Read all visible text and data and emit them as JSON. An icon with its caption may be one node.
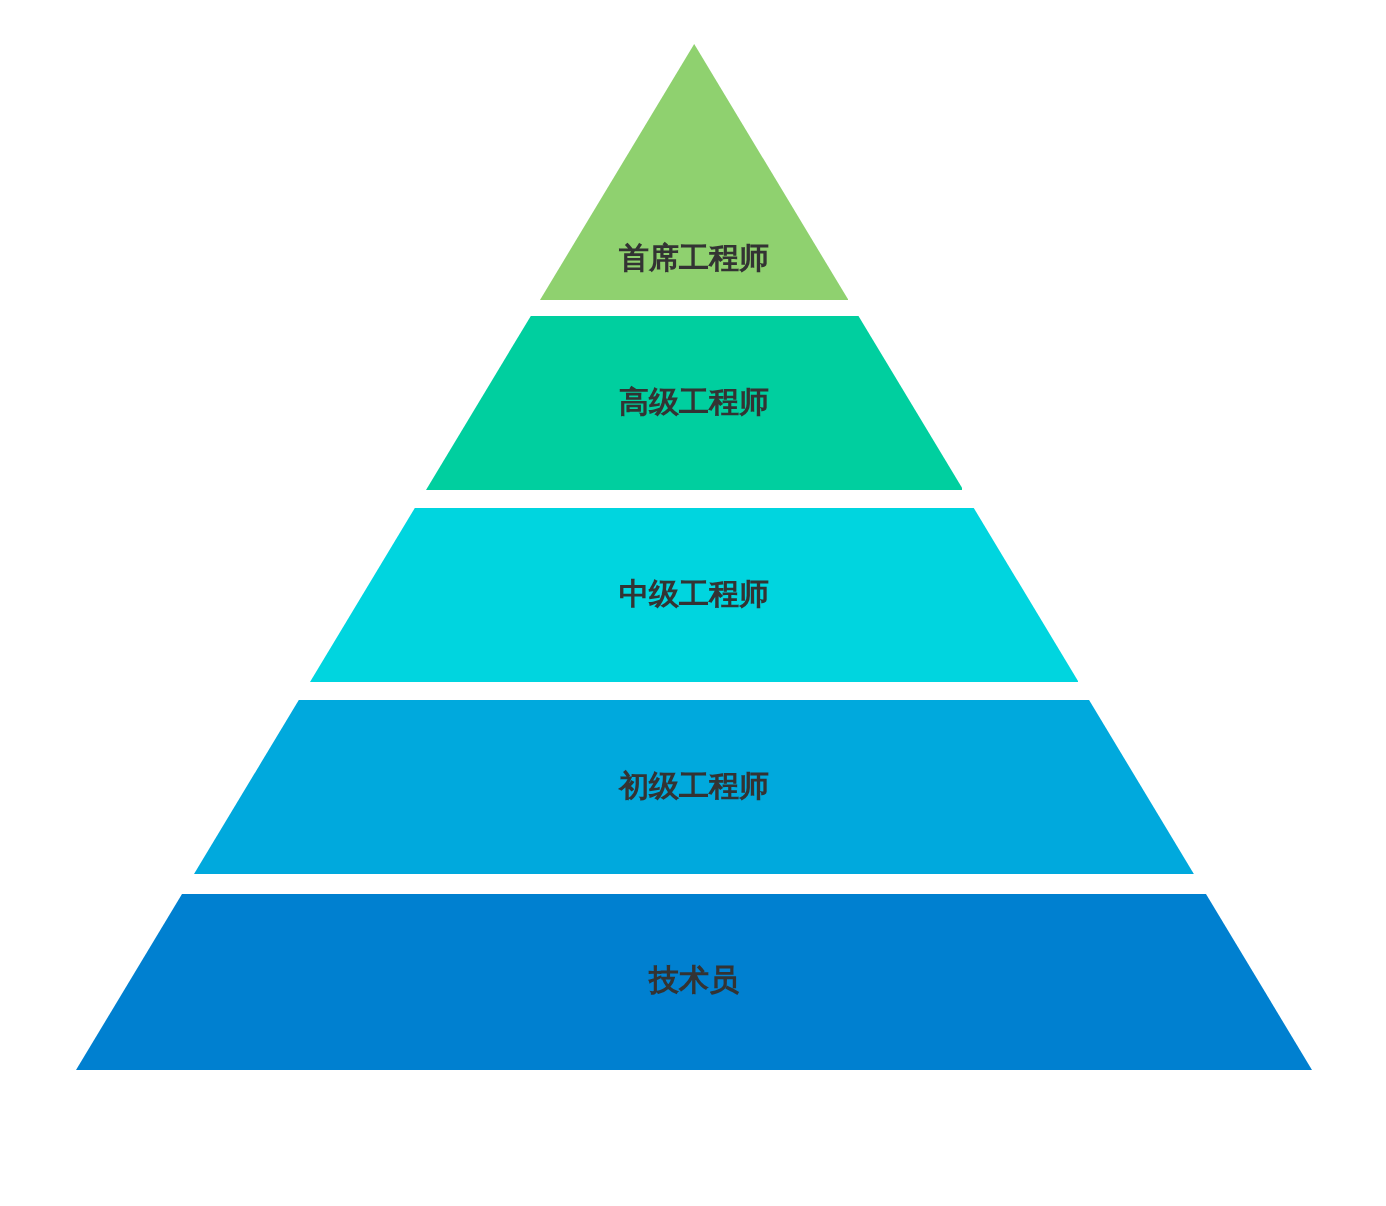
{
  "diagram": {
    "nodes": [
      {
        "text": [
          "首席工程师"
        ]
      },
      {
        "text": [
          "高级工程师"
        ]
      },
      {
        "text": [
          "中级工程师"
        ]
      },
      {
        "text": [
          "初级工程师"
        ]
      },
      {
        "text": [
          "技术员"
        ]
      }
    ]
  }
}
